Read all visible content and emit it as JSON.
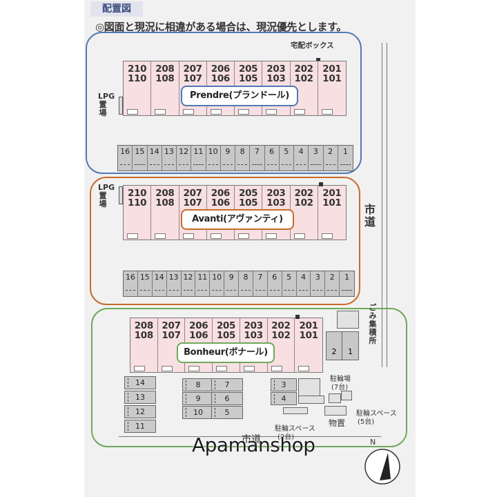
{
  "header": {
    "title": "配置図",
    "notice": "◎図面と現況に相違がある場合は、現況優先とします。"
  },
  "labels": {
    "delivery_box": "宅配ボックス",
    "lpg_1": "LPG置場",
    "lpg_2": "LPG置場",
    "city_road_right": "市道",
    "city_road_bottom": "市道",
    "garbage": "ごみ集積所",
    "bike_1": "駐輪場",
    "bike_1_count": "(7台)",
    "bike_2": "駐輪スペース",
    "bike_2_count": "(5台)",
    "bike_3": "駐輪スペース",
    "bike_3_count": "(2台)",
    "storage": "物置",
    "compass": "N",
    "watermark": "Apamanshop"
  },
  "colors": {
    "prendre": "#4f79b5",
    "avanti": "#c96a2a",
    "bonheur": "#6ea85a",
    "building": "#f8dfe1",
    "parking": "#c8c8c8"
  },
  "buildings": [
    {
      "name": "Prendre(プランドール)",
      "units": [
        {
          "top": "210",
          "bottom": "110"
        },
        {
          "top": "208",
          "bottom": "108"
        },
        {
          "top": "207",
          "bottom": "107"
        },
        {
          "top": "206",
          "bottom": "106"
        },
        {
          "top": "205",
          "bottom": "105"
        },
        {
          "top": "203",
          "bottom": "103"
        },
        {
          "top": "202",
          "bottom": "102"
        },
        {
          "top": "201",
          "bottom": "101"
        }
      ],
      "parking": [
        "16",
        "15",
        "14",
        "13",
        "12",
        "11",
        "10",
        "9",
        "8",
        "7",
        "6",
        "5",
        "4",
        "3",
        "2",
        "1"
      ]
    },
    {
      "name": "Avanti(アヴァンティ)",
      "units": [
        {
          "top": "210",
          "bottom": "110"
        },
        {
          "top": "208",
          "bottom": "108"
        },
        {
          "top": "207",
          "bottom": "107"
        },
        {
          "top": "206",
          "bottom": "106"
        },
        {
          "top": "205",
          "bottom": "105"
        },
        {
          "top": "203",
          "bottom": "103"
        },
        {
          "top": "202",
          "bottom": "102"
        },
        {
          "top": "201",
          "bottom": "101"
        }
      ],
      "parking": [
        "16",
        "15",
        "14",
        "13",
        "12",
        "11",
        "10",
        "9",
        "8",
        "7",
        "6",
        "5",
        "4",
        "3",
        "2",
        "1"
      ]
    },
    {
      "name": "Bonheur(ボナール)",
      "units": [
        {
          "top": "208",
          "bottom": "108"
        },
        {
          "top": "207",
          "bottom": "107"
        },
        {
          "top": "206",
          "bottom": "106"
        },
        {
          "top": "205",
          "bottom": "105"
        },
        {
          "top": "203",
          "bottom": "103"
        },
        {
          "top": "202",
          "bottom": "102"
        },
        {
          "top": "201",
          "bottom": "101"
        }
      ],
      "parking_left": [
        "14",
        "13",
        "12",
        "11"
      ],
      "parking_mid_a": [
        "8",
        "9",
        "10"
      ],
      "parking_mid_b": [
        "7",
        "6",
        "5"
      ],
      "parking_small": [
        "3",
        "4"
      ],
      "parking_side": [
        "2",
        "1"
      ]
    }
  ]
}
